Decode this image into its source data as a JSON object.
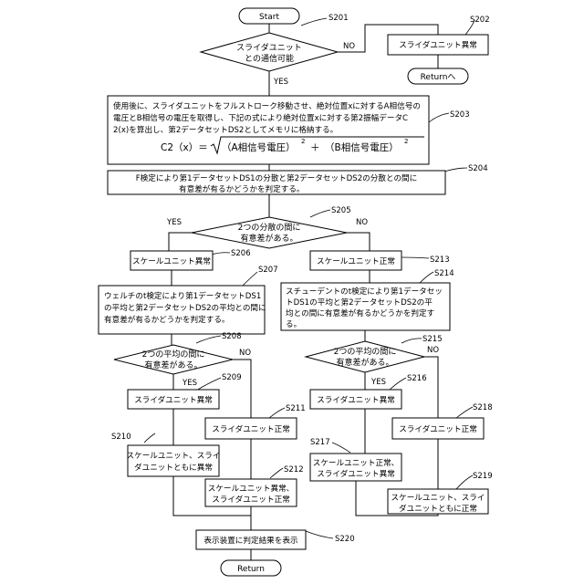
{
  "start_label": "Start",
  "return_label": "Return",
  "return_to_label": "Returnへ",
  "yes_label": "YES",
  "no_label": "NO",
  "steps": {
    "s201": "S201",
    "s202": "S202",
    "s203": "S203",
    "s204": "S204",
    "s205": "S205",
    "s206": "S206",
    "s207": "S207",
    "s208": "S208",
    "s209": "S209",
    "s210": "S210",
    "s211": "S211",
    "s212": "S212",
    "s213": "S213",
    "s214": "S214",
    "s215": "S215",
    "s216": "S216",
    "s217": "S217",
    "s218": "S218",
    "s219": "S219",
    "s220": "S220"
  },
  "d201": [
    "スライダユニット",
    "との通信可能"
  ],
  "b202": "スライダユニット異常",
  "b203": [
    "使用後に、スライダユニットをフルストローク移動させ、絶対位置xに対するA相信号の",
    "電圧とB相信号の電圧を取得し、下記の式により絶対位置xに対する第2振幅データC",
    "2(x)を算出し、第2データセットDS2としてメモリに格納する。"
  ],
  "b203_eq": {
    "lhs": "C2（x）＝",
    "term_a": "（A相信号電圧）",
    "plus": "＋",
    "term_b": "（B相信号電圧）",
    "exp": "2"
  },
  "b204": [
    "F検定により第1データセットDS1の分散と第2データセットDS2の分散との間に",
    "有意差が有るかどうかを判定する。"
  ],
  "d205": [
    "2つの分散の間に",
    "有意差がある。"
  ],
  "b206": "スケールユニット異常",
  "b207": [
    "ウェルチのt検定により第1データセットDS1",
    "の平均と第2データセットDS2の平均との間に",
    "有意差が有るかどうかを判定する。"
  ],
  "d208": [
    "2つの平均の間に",
    "有意差がある。"
  ],
  "b209": "スライダユニット異常",
  "b210": [
    "スケールユニット、スライ",
    "ダユニットともに異常"
  ],
  "b211": "スライダユニット正常",
  "b212": [
    "スケールユニット異常、",
    "スライダユニット正常"
  ],
  "b213": "スケールユニット正常",
  "b214": [
    "スチューデントのt検定により第1データセッ",
    "トDS1の平均と第2データセットDS2の平",
    "均との間に有意差が有るかどうかを判定す",
    "る。"
  ],
  "d215": [
    "2つの平均の間に",
    "有意差がある。"
  ],
  "b216": "スライダユニット異常",
  "b217": [
    "スケールユニット正常、",
    "スライダユニット異常"
  ],
  "b218": "スライダユニット正常",
  "b219": [
    "スケールユニット、スライ",
    "ダユニットともに正常"
  ],
  "b220": "表示装置に判定結果を表示"
}
